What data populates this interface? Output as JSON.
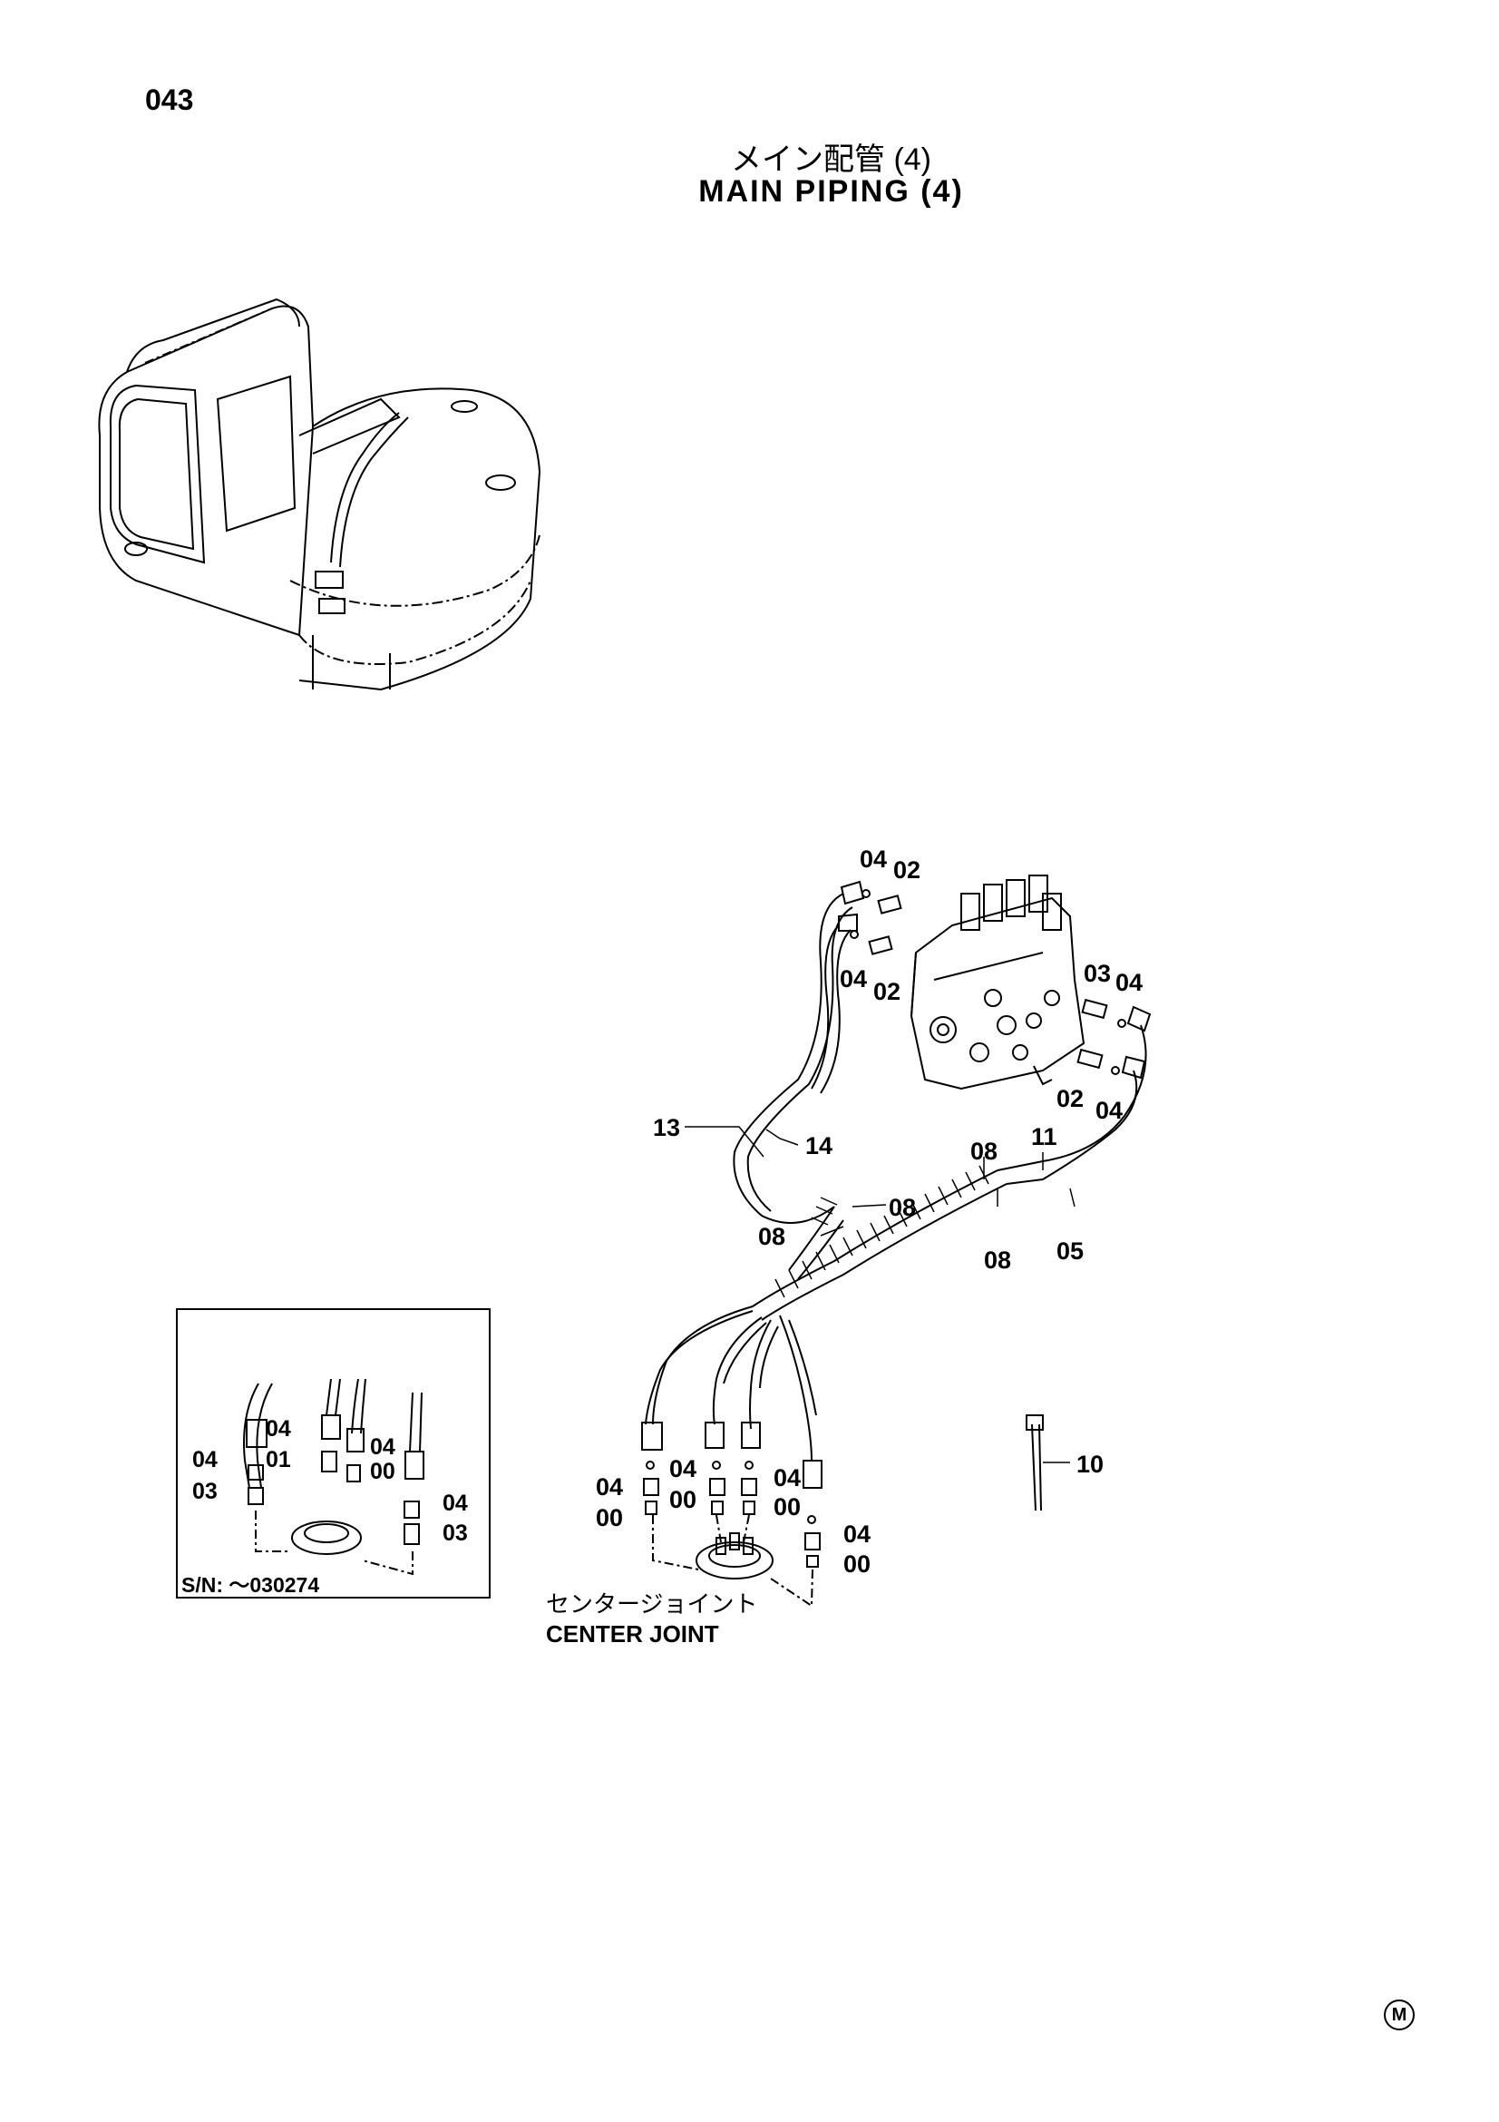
{
  "header": {
    "page_number": "043",
    "title_jp": "メイン配管 (4)",
    "title_en": "MAIN PIPING (4)"
  },
  "callouts": {
    "c04a": "04",
    "c02a": "02",
    "c04b": "04",
    "c02b": "02",
    "c03c": "03",
    "c04c": "04",
    "c02d": "02",
    "c04d": "04",
    "c13": "13",
    "c14": "14",
    "c08a": "08",
    "c11": "11",
    "c08b": "08",
    "c08c": "08",
    "c08d": "08",
    "c05": "05",
    "c10": "10",
    "m04a": "04",
    "m00a": "00",
    "m04b": "04",
    "m00b": "00",
    "m04c": "04",
    "m00c": "00",
    "m04d": "04",
    "m00d": "00"
  },
  "inset": {
    "serial": "S/N: ～030274",
    "labels": {
      "i04a": "04",
      "i03a": "03",
      "i04b": "04",
      "i01": "01",
      "i04c": "04",
      "i00": "00",
      "i04d": "04",
      "i03b": "03"
    }
  },
  "center_joint": {
    "label_jp": "センタージョイント",
    "label_en": "CENTER JOINT"
  },
  "corner_mark": "M"
}
